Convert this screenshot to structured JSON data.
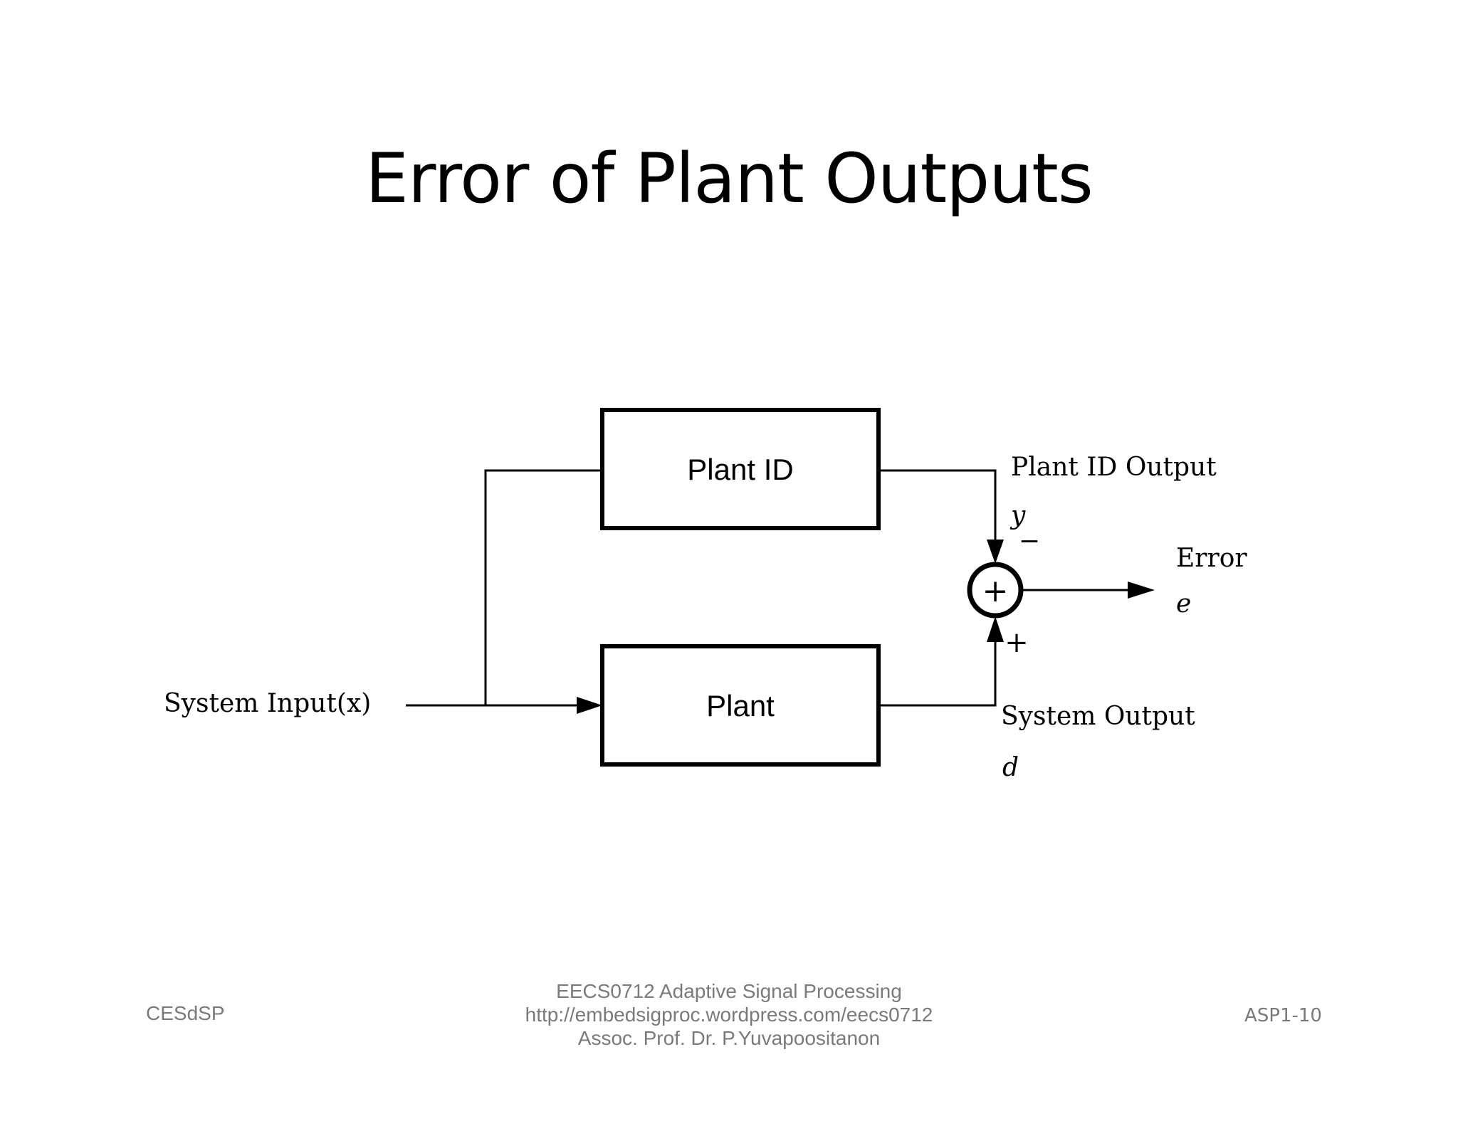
{
  "slide": {
    "title": "Error of Plant Outputs"
  },
  "diagram": {
    "blocks": {
      "plant_id": "Plant ID",
      "plant": "Plant"
    },
    "labels": {
      "system_input": "System Input(x)",
      "plant_id_output": "Plant ID Output",
      "y": "y",
      "minus_sign": "−",
      "plus_sign": "+",
      "summer_symbol": "+",
      "error": "Error",
      "e": "e",
      "system_output": "System Output",
      "d": "d"
    }
  },
  "footer": {
    "left": "CESdSP",
    "center_line1": "EECS0712 Adaptive Signal Processing",
    "center_line2": "http://embedsigproc.wordpress.com/eecs0712",
    "center_line3": "Assoc. Prof. Dr. P.Yuvapoositanon",
    "right": "ASP1-10"
  }
}
